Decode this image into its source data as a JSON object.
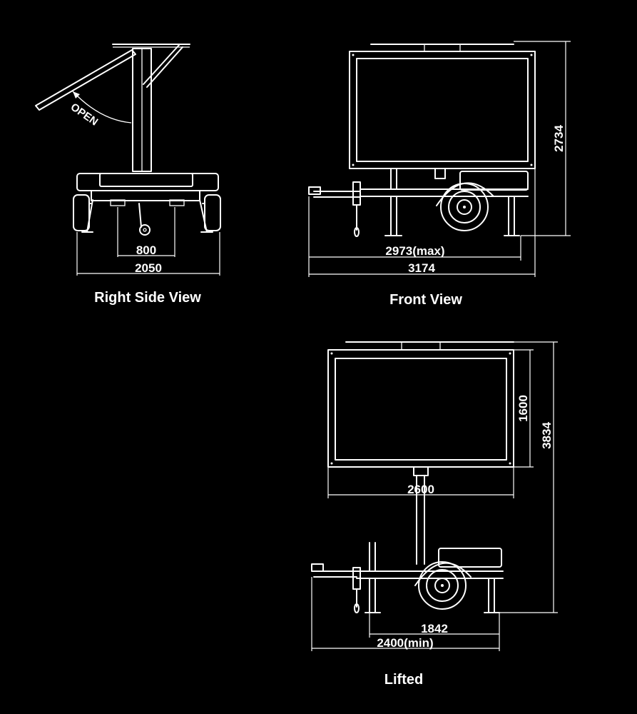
{
  "views": {
    "right_side": {
      "caption": "Right Side View",
      "open_label": "OPEN",
      "dim_inner": "800",
      "dim_outer": "2050"
    },
    "front": {
      "caption": "Front View",
      "dim_height": "2734",
      "dim_max": "2973(max)",
      "dim_total": "3174"
    },
    "lifted": {
      "caption": "Lifted",
      "dim_panel_height": "1600",
      "dim_total_height": "3834",
      "dim_panel_width": "2600",
      "dim_axle": "1842",
      "dim_min": "2400(min)"
    }
  },
  "colors": {
    "background": "#000000",
    "line": "#ffffff"
  }
}
